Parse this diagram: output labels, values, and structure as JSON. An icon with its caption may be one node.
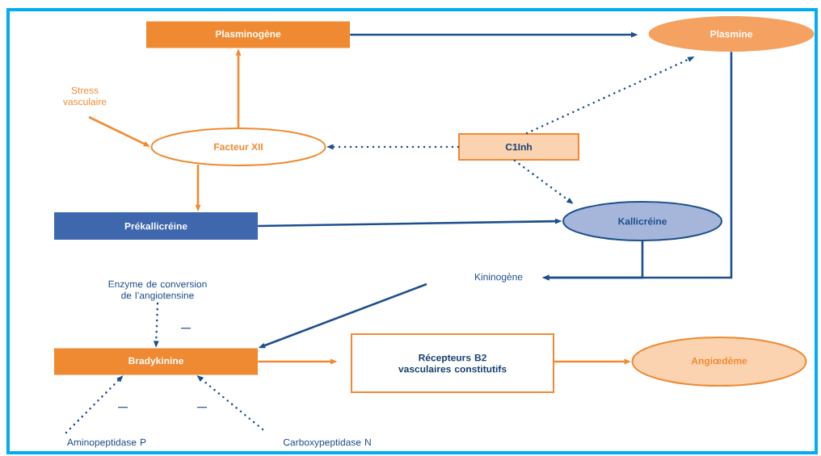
{
  "diagram": {
    "nodes": [
      {
        "text": [
          "Plasminogène"
        ]
      },
      {
        "text": [
          "Plasmine"
        ]
      },
      {
        "text": [
          "Stress vasculaire"
        ]
      },
      {
        "text": [
          "Facteur XII"
        ]
      },
      {
        "text": [
          "C1Inh"
        ]
      },
      {
        "text": [
          "Prékallicréine"
        ]
      },
      {
        "text": [
          "Kallicréine"
        ]
      },
      {
        "text": [
          "Kininogène"
        ]
      },
      {
        "text": [
          "Enzyme de conversion de l’angiotensine"
        ]
      },
      {
        "text": [
          "Bradykinine"
        ]
      },
      {
        "text": [
          "Récepteurs B2 vasculaires constitutifs"
        ]
      },
      {
        "text": [
          "Angiœdème"
        ]
      },
      {
        "text": [
          "Aminopeptidase P"
        ]
      },
      {
        "text": [
          "Carboxypeptidase N"
        ]
      }
    ],
    "edges": [
      {
        "from": 0,
        "to": 1,
        "arrow": "to"
      },
      {
        "from": 3,
        "to": 0,
        "arrow": "to",
        "color": "#f08a32"
      },
      {
        "from": 2,
        "to": 3,
        "arrow": "to",
        "color": "#f08a32"
      },
      {
        "from": 3,
        "to": 5,
        "arrow": "to",
        "color": "#f08a32"
      },
      {
        "from": 4,
        "to": 3,
        "arrow": "to",
        "style": "dashed"
      },
      {
        "from": 4,
        "to": 1,
        "arrow": "to",
        "style": "dashed"
      },
      {
        "from": 4,
        "to": 6,
        "arrow": "to",
        "style": "dashed"
      },
      {
        "from": 5,
        "to": 6,
        "arrow": "to"
      },
      {
        "from": 1,
        "to": 7,
        "arrow": "to"
      },
      {
        "from": 6,
        "to": 7,
        "arrow": "to"
      },
      {
        "from": 7,
        "to": 9,
        "arrow": "to"
      },
      {
        "from": 8,
        "to": 9,
        "arrow": "to",
        "style": "dashed"
      },
      {
        "from": 9,
        "to": 10,
        "arrow": "to",
        "color": "#f08a32"
      },
      {
        "from": 10,
        "to": 11,
        "arrow": "to",
        "color": "#f08a32"
      },
      {
        "from": 12,
        "to": 9,
        "arrow": "to",
        "style": "dashed"
      },
      {
        "from": 13,
        "to": 9,
        "arrow": "to",
        "style": "dashed"
      }
    ],
    "labels": [
      "—",
      "—",
      "—"
    ]
  }
}
